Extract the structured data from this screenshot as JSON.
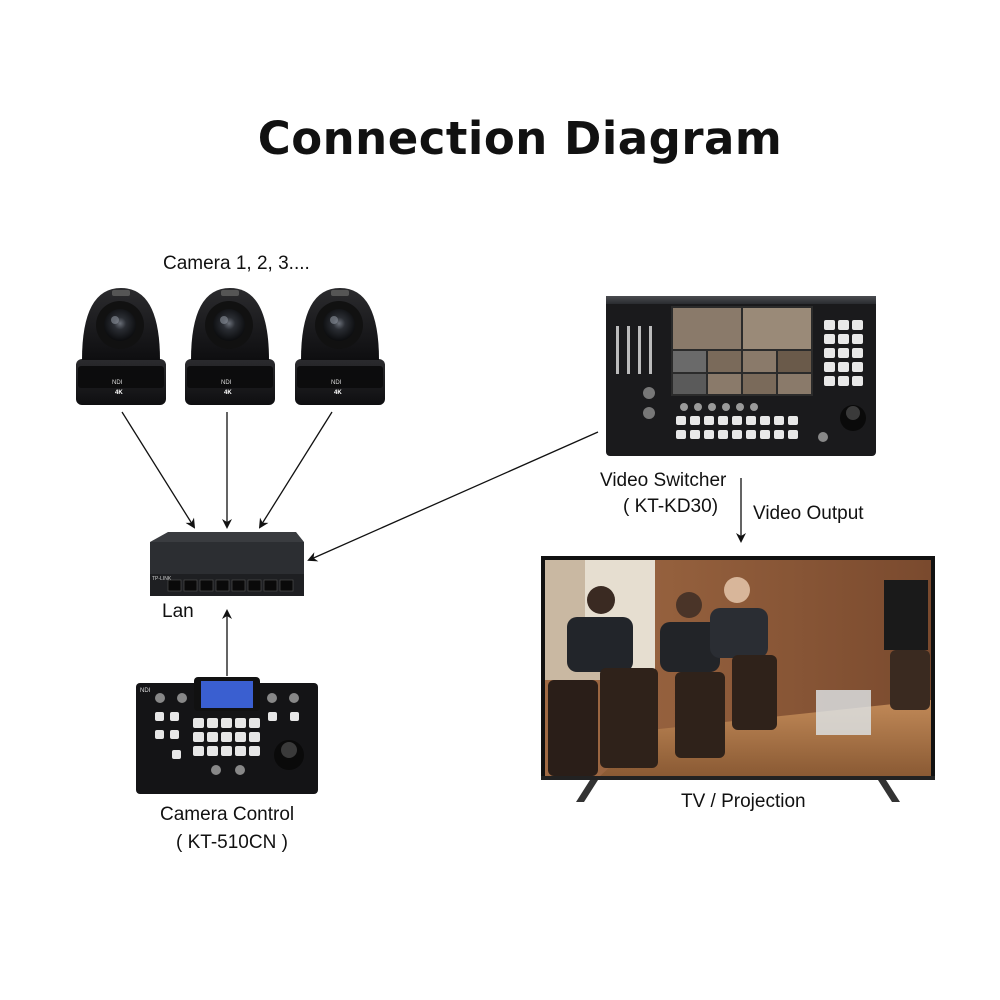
{
  "title": "Connection Diagram",
  "labels": {
    "cameras": "Camera 1, 2, 3....",
    "lan": "Lan",
    "switcher_name": "Video Switcher",
    "switcher_model": "( KT-KD30)",
    "video_output": "Video Output",
    "tv": "TV / Projection",
    "control_name": "Camera Control",
    "control_model": "( KT-510CN )"
  },
  "device_text": {
    "ndi": "NDI",
    "k4": "4K",
    "tplink": "TP-LINK"
  },
  "colors": {
    "device": "#1a1a1a",
    "arrow": "#111111",
    "screen_blue": "#3a5fd0",
    "wood": "#8a5a3a"
  }
}
